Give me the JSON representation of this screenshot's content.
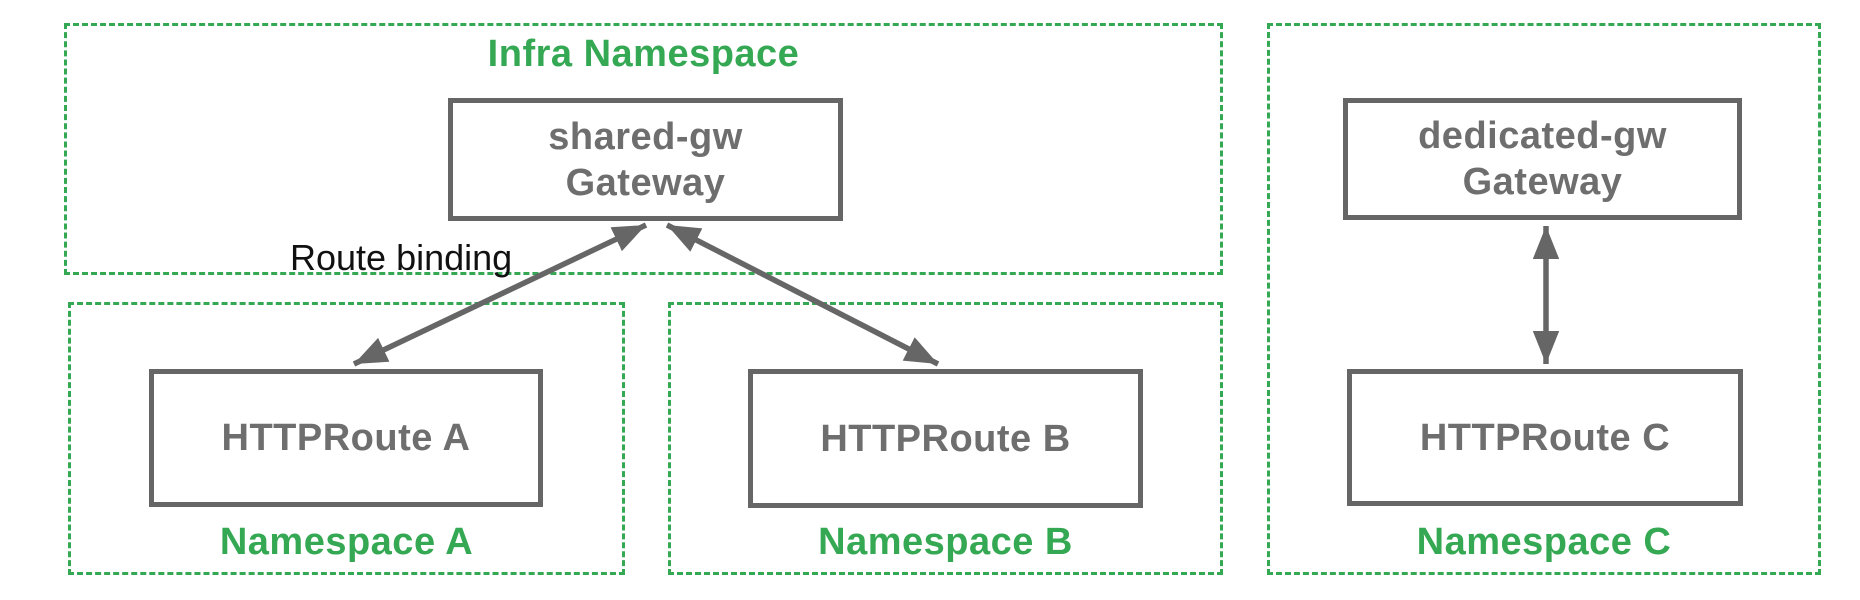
{
  "diagram": {
    "namespaces": {
      "infra": {
        "label": "Infra Namespace"
      },
      "a": {
        "label": "Namespace A"
      },
      "b": {
        "label": "Namespace B"
      },
      "c": {
        "label": "Namespace C"
      }
    },
    "nodes": {
      "shared_gateway": {
        "name": "shared-gw",
        "kind": "Gateway"
      },
      "dedicated_gateway": {
        "name": "dedicated-gw",
        "kind": "Gateway"
      },
      "httproute_a": {
        "label": "HTTPRoute A"
      },
      "httproute_b": {
        "label": "HTTPRoute B"
      },
      "httproute_c": {
        "label": "HTTPRoute C"
      }
    },
    "annotations": {
      "route_binding": "Route binding"
    },
    "edges": [
      {
        "from": "httproute_a",
        "to": "shared_gateway",
        "style": "double-arrow"
      },
      {
        "from": "httproute_b",
        "to": "shared_gateway",
        "style": "double-arrow"
      },
      {
        "from": "httproute_c",
        "to": "dedicated_gateway",
        "style": "double-arrow"
      }
    ],
    "colors": {
      "namespace_green": "#34A853",
      "node_border_gray": "#666666",
      "node_text_gray": "#6E6E6E",
      "annotation_black": "#111111",
      "background": "#FFFFFF"
    }
  }
}
